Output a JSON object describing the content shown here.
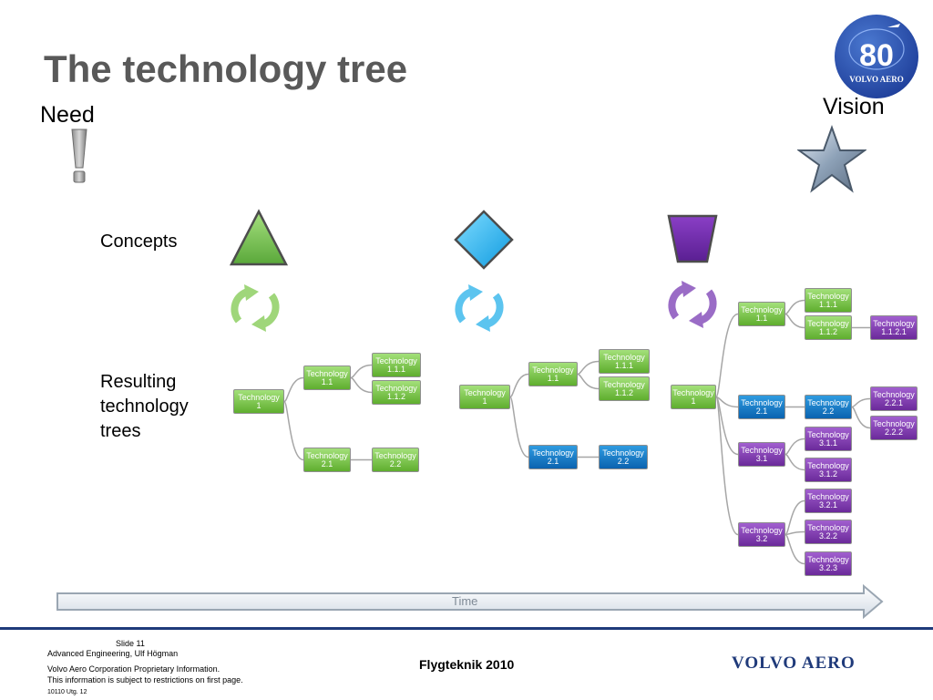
{
  "title": "The technology tree",
  "need_label": "Need",
  "vision_label": "Vision",
  "concepts_label": "Concepts",
  "resulting_label": [
    "Resulting",
    "technology",
    "trees"
  ],
  "time_label": "Time",
  "logo": {
    "top": "80",
    "bottom": "VOLVO AERO"
  },
  "footer": {
    "slide": "Slide 11",
    "author": "Advanced Engineering, Ulf Högman",
    "company": "Volvo Aero Corporation Proprietary Information.",
    "restriction": "This information is subject to restrictions on first page.",
    "code": "10110 Utg. 12",
    "center": "Flygteknik 2010",
    "brand": "VOLVO AERO"
  },
  "colors": {
    "green": "#6cbf3c",
    "blue": "#1a7fd0",
    "purple": "#7b3aab",
    "title": "#595959",
    "navy": "#1f3a7a"
  },
  "icons": [
    "exclamation-icon",
    "star-icon",
    "triangle-icon",
    "diamond-icon",
    "trapezoid-icon",
    "cycle-arrows-icon",
    "time-arrow-icon",
    "logo-badge-icon"
  ],
  "trees": [
    {
      "id": "green",
      "nodes": [
        {
          "id": "t1",
          "label": "Technology 1",
          "color": "green"
        },
        {
          "id": "t11",
          "label": "Technology 1.1",
          "color": "green",
          "parent": "t1"
        },
        {
          "id": "t111",
          "label": "Technology 1.1.1",
          "color": "green",
          "parent": "t11"
        },
        {
          "id": "t112",
          "label": "Technology 1.1.2",
          "color": "green",
          "parent": "t11"
        },
        {
          "id": "t21",
          "label": "Technology 2.1",
          "color": "green",
          "parent": "t1"
        },
        {
          "id": "t22",
          "label": "Technology 2.2",
          "color": "green",
          "parent": "t21"
        }
      ]
    },
    {
      "id": "blue",
      "nodes": [
        {
          "id": "t1",
          "label": "Technology 1",
          "color": "green"
        },
        {
          "id": "t11",
          "label": "Technology 1.1",
          "color": "green",
          "parent": "t1"
        },
        {
          "id": "t111",
          "label": "Technology 1.1.1",
          "color": "green",
          "parent": "t11"
        },
        {
          "id": "t112",
          "label": "Technology 1.1.2",
          "color": "green",
          "parent": "t11"
        },
        {
          "id": "t21",
          "label": "Technology 2.1",
          "color": "blue",
          "parent": "t1"
        },
        {
          "id": "t22",
          "label": "Technology 2.2",
          "color": "blue",
          "parent": "t21"
        }
      ]
    },
    {
      "id": "purple",
      "nodes": [
        {
          "id": "t1",
          "label": "Technology 1",
          "color": "green"
        },
        {
          "id": "t11",
          "label": "Technology 1.1",
          "color": "green",
          "parent": "t1"
        },
        {
          "id": "t111",
          "label": "Technology 1.1.1",
          "color": "green",
          "parent": "t11"
        },
        {
          "id": "t112",
          "label": "Technology 1.1.2",
          "color": "green",
          "parent": "t11"
        },
        {
          "id": "t1121",
          "label": "Technology 1.1.2.1",
          "color": "purple",
          "parent": "t112"
        },
        {
          "id": "t21",
          "label": "Technology 2.1",
          "color": "blue",
          "parent": "t1"
        },
        {
          "id": "t22",
          "label": "Technology 2.2",
          "color": "blue",
          "parent": "t21"
        },
        {
          "id": "t221",
          "label": "Technology 2.2.1",
          "color": "purple",
          "parent": "t22"
        },
        {
          "id": "t222",
          "label": "Technology 2.2.2",
          "color": "purple",
          "parent": "t22"
        },
        {
          "id": "t31",
          "label": "Technology 3.1",
          "color": "purple",
          "parent": "t1"
        },
        {
          "id": "t311",
          "label": "Technology 3.1.1",
          "color": "purple",
          "parent": "t31"
        },
        {
          "id": "t312",
          "label": "Technology 3.1.2",
          "color": "purple",
          "parent": "t31"
        },
        {
          "id": "t32",
          "label": "Technology 3.2",
          "color": "purple",
          "parent": "t1"
        },
        {
          "id": "t321",
          "label": "Technology 3.2.1",
          "color": "purple",
          "parent": "t32"
        },
        {
          "id": "t322",
          "label": "Technology 3.2.2",
          "color": "purple",
          "parent": "t32"
        },
        {
          "id": "t323",
          "label": "Technology 3.2.3",
          "color": "purple",
          "parent": "t32"
        }
      ]
    }
  ]
}
